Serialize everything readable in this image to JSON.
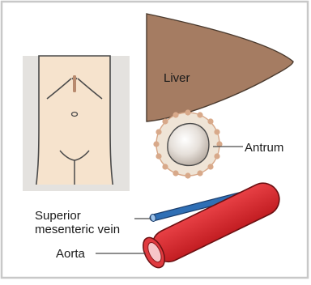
{
  "labels": {
    "liver": "Liver",
    "antrum": "Antrum",
    "smv_line1": "Superior",
    "smv_line2": "mesenteric vein",
    "aorta": "Aorta"
  },
  "colors": {
    "border": "#c8c8c8",
    "inset_bg": "#e4e2df",
    "skin": "#f6e3cd",
    "liver": "#a57c62",
    "antrum_fill": "#efe4d6",
    "antrum_dots": "#d8a98a",
    "vein": "#2f6fb5",
    "aorta": "#d6262b"
  }
}
